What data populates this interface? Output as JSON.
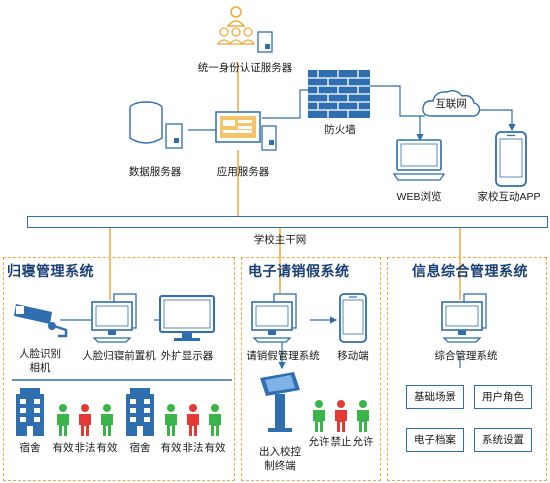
{
  "top": {
    "auth_server": "统一身份认证服务器",
    "db_server": "数据服务器",
    "app_server": "应用服务器",
    "firewall": "防火墙",
    "internet": "互联网",
    "web_browse": "WEB浏览",
    "home_school_app": "家校互动APP"
  },
  "backbone": {
    "label": "学校主干网"
  },
  "sections": {
    "dorm": {
      "title": "归寝管理系统",
      "face_camera": [
        "人脸识别",
        "相机"
      ],
      "front_machine": "人脸归寝前置机",
      "display": "外扩显示器",
      "dorm1": "宿舍",
      "dorm2": "宿舍",
      "valid1": "有效",
      "invalid1": "非法",
      "valid2": "有效",
      "valid3": "有效",
      "invalid2": "非法",
      "valid4": "有效"
    },
    "leave": {
      "title": "电子请销假系统",
      "mgmt": "请销假管理系统",
      "mobile": "移动端",
      "gate_terminal": [
        "出入校控",
        "制终端"
      ],
      "allow1": "允许",
      "deny": "禁止",
      "allow2": "允许"
    },
    "info": {
      "title": "信息综合管理系统",
      "mgmt": "综合管理系统",
      "modules": [
        "基础场景",
        "用户角色",
        "电子档案",
        "系统设置"
      ]
    }
  },
  "colors": {
    "line_orange": "#f2a93b",
    "line_blue": "#2f6fb0",
    "title_blue": "#1a3f73",
    "person_green": "#39b54a",
    "person_red": "#e53935",
    "device_blue": "#2f6fb0"
  }
}
